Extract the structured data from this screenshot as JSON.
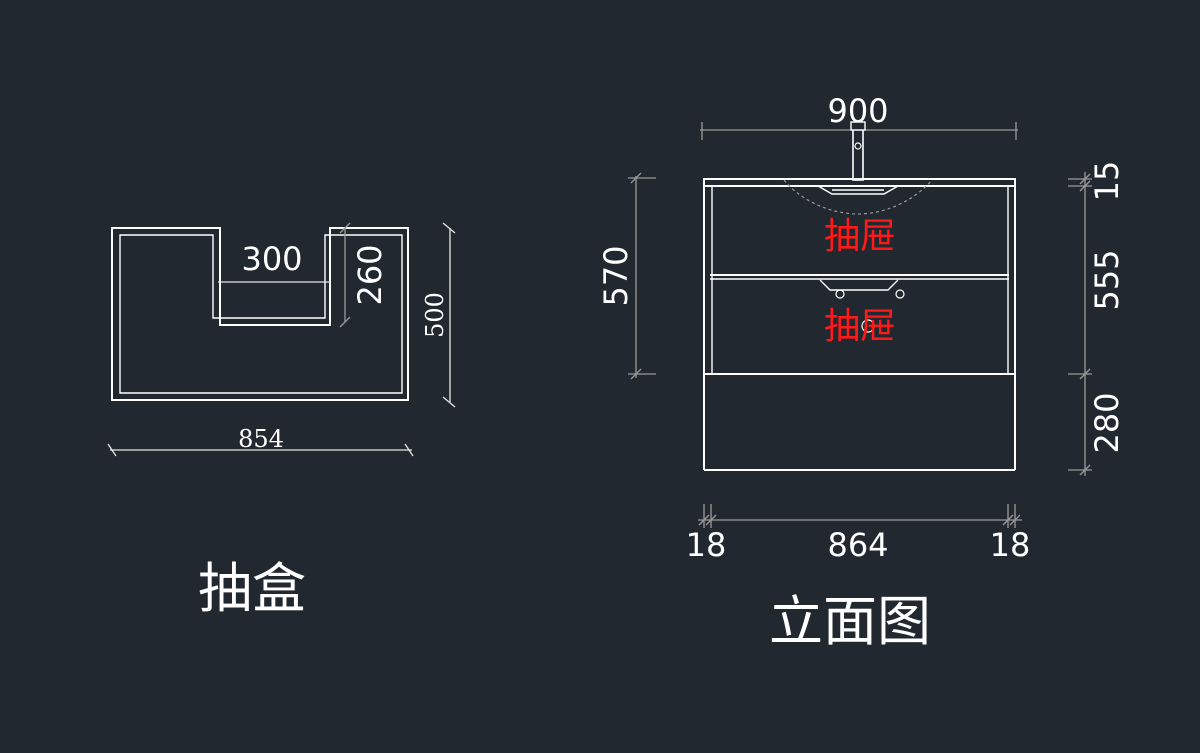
{
  "drawer_box": {
    "title": "抽盒",
    "dim_width": "854",
    "dim_depth": "500",
    "dim_notch_width": "300",
    "dim_notch_depth": "260"
  },
  "elevation": {
    "title": "立面图",
    "dim_top_width": "900",
    "dim_left_height": "570",
    "dim_right_top": "15",
    "dim_right_mid": "555",
    "dim_right_bottom": "280",
    "dim_bottom_left": "18",
    "dim_bottom_mid": "864",
    "dim_bottom_right": "18",
    "drawer_label_1": "抽屉",
    "drawer_label_2": "抽屉"
  },
  "colors": {
    "background": "#212830",
    "lines": "#ffffff",
    "labels_red": "#ff1a1a"
  }
}
